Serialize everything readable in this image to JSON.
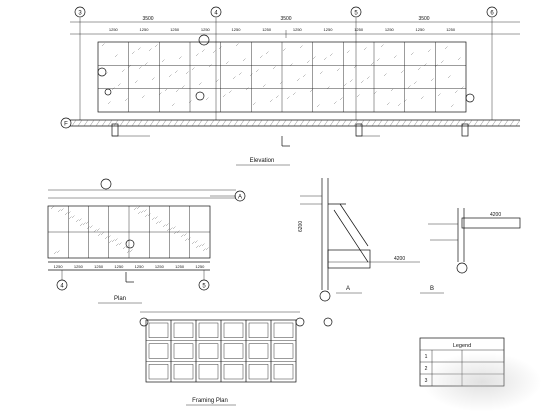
{
  "elevation": {
    "title": "Elevation",
    "grid_axes": [
      "3",
      "4",
      "5",
      "6"
    ],
    "left_axis": "F",
    "top_dims": [
      "3500",
      "3500",
      "3500"
    ],
    "sub_dims": [
      "1250",
      "1250",
      "1250",
      "1250",
      "1250",
      "1250",
      "1250",
      "1250",
      "1250",
      "1250",
      "1250",
      "1250"
    ]
  },
  "plan": {
    "title": "Plan",
    "axes": [
      "4",
      "5"
    ],
    "right_axis": "A",
    "dims": [
      "1250",
      "1250",
      "1250",
      "1250",
      "1250",
      "1250",
      "1250",
      "1250"
    ]
  },
  "section_a": {
    "title": "A",
    "dims": [
      "6200",
      "4200"
    ]
  },
  "section_b": {
    "title": "B",
    "dims": [
      "4200"
    ]
  },
  "framing": {
    "title": "Framing Plan"
  },
  "table": {
    "title": "Legend",
    "rows": [
      [
        "1",
        "",
        ""
      ],
      [
        "2",
        "",
        ""
      ],
      [
        "3",
        "",
        ""
      ]
    ]
  }
}
